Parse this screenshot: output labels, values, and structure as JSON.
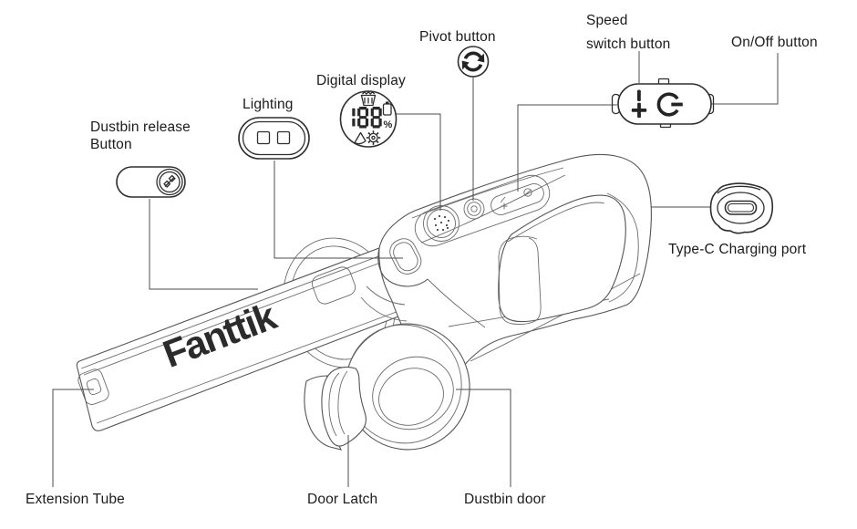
{
  "illustration": {
    "subject": "handheld-vacuum-line-drawing",
    "logo_text": "Fanttik",
    "line_color": "#555555",
    "label_color": "#1b1b1d"
  },
  "display": {
    "digits": "188",
    "percent": "%"
  },
  "labels": {
    "dustbin_release_line1": "Dustbin release",
    "dustbin_release_line2": "Button",
    "lighting": "Lighting",
    "digital_display": "Digital display",
    "pivot_button": "Pivot button",
    "speed_switch_line1": "Speed",
    "speed_switch_line2": "switch button",
    "on_off_button": "On/Off button",
    "type_c": "Type-C Charging port",
    "extension_tube": "Extension Tube",
    "door_latch": "Door Latch",
    "dustbin_door": "Dustbin door"
  },
  "icons": {
    "dustbin_release": "release-icon",
    "lighting": "dual-led-icon",
    "digital_display": "battery-percent-display-icon",
    "pivot": "rotate-arrows-icon",
    "speed": "plus-minus-speed-icon",
    "power": "power-icon",
    "type_c": "usb-c-port-icon"
  }
}
